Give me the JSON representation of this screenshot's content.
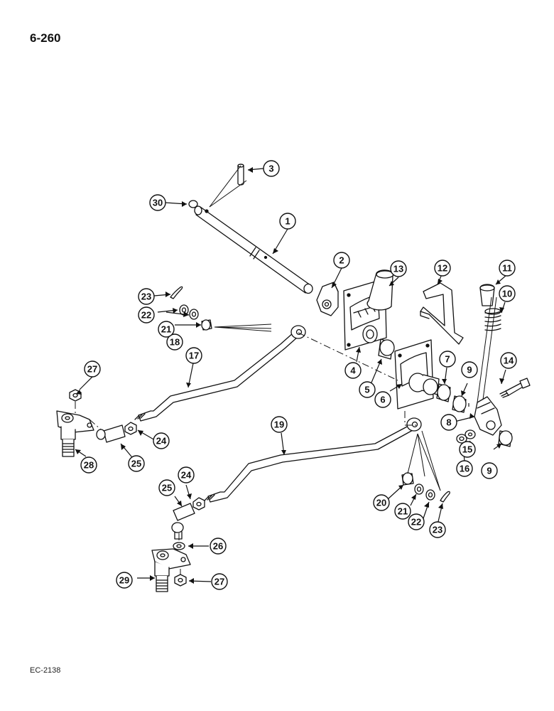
{
  "header": {
    "page_number": "6-260"
  },
  "footer": {
    "code": "EC-2138"
  },
  "callouts": [
    {
      "id": "c1",
      "label": "1"
    },
    {
      "id": "c2",
      "label": "2"
    },
    {
      "id": "c3",
      "label": "3"
    },
    {
      "id": "c4",
      "label": "4"
    },
    {
      "id": "c5",
      "label": "5"
    },
    {
      "id": "c6",
      "label": "6"
    },
    {
      "id": "c7",
      "label": "7"
    },
    {
      "id": "c8",
      "label": "8"
    },
    {
      "id": "c9a",
      "label": "9"
    },
    {
      "id": "c9b",
      "label": "9"
    },
    {
      "id": "c10",
      "label": "10"
    },
    {
      "id": "c11",
      "label": "11"
    },
    {
      "id": "c12",
      "label": "12"
    },
    {
      "id": "c13",
      "label": "13"
    },
    {
      "id": "c14",
      "label": "14"
    },
    {
      "id": "c15",
      "label": "15"
    },
    {
      "id": "c16",
      "label": "16"
    },
    {
      "id": "c17",
      "label": "17"
    },
    {
      "id": "c18",
      "label": "18"
    },
    {
      "id": "c19",
      "label": "19"
    },
    {
      "id": "c20",
      "label": "20"
    },
    {
      "id": "c21a",
      "label": "21"
    },
    {
      "id": "c21b",
      "label": "21"
    },
    {
      "id": "c22a",
      "label": "22"
    },
    {
      "id": "c22b",
      "label": "22"
    },
    {
      "id": "c23a",
      "label": "23"
    },
    {
      "id": "c23b",
      "label": "23"
    },
    {
      "id": "c24a",
      "label": "24"
    },
    {
      "id": "c24b",
      "label": "24"
    },
    {
      "id": "c25a",
      "label": "25"
    },
    {
      "id": "c25b",
      "label": "25"
    },
    {
      "id": "c26",
      "label": "26"
    },
    {
      "id": "c27a",
      "label": "27"
    },
    {
      "id": "c27b",
      "label": "27"
    },
    {
      "id": "c28",
      "label": "28"
    },
    {
      "id": "c29",
      "label": "29"
    },
    {
      "id": "c30",
      "label": "30"
    }
  ]
}
